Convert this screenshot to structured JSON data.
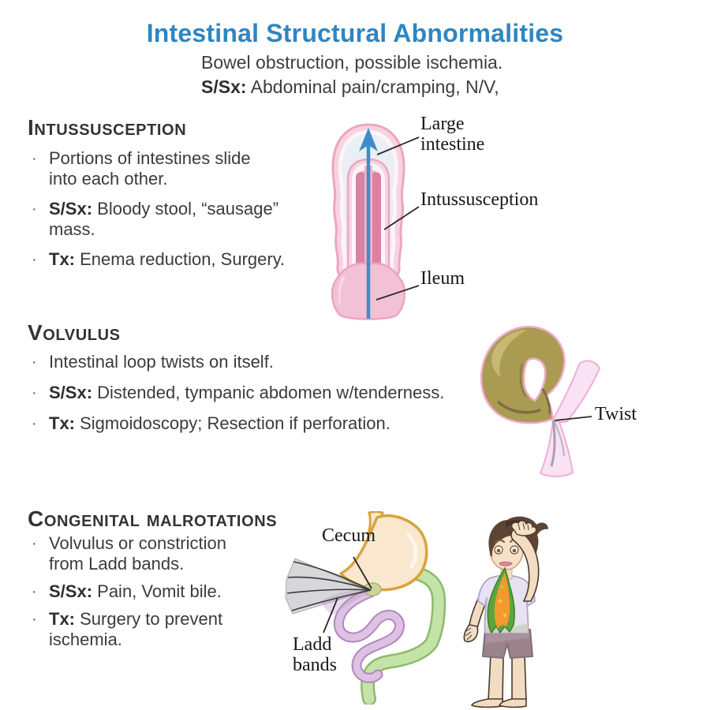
{
  "page": {
    "title": "Intestinal Structural Abnormalities",
    "bullet_char": "·",
    "subtitle": {
      "line1": "Bowel obstruction, possible ischemia.",
      "line2_prefix": "S/Sx:",
      "line2_text": " Abdominal pain/cramping, N/V,"
    }
  },
  "colors": {
    "title_accent": "#2e86c1",
    "body_text": "#3b3b3b",
    "intestine_pink": "#f8d3e1",
    "intestine_pink_dark": "#d883a6",
    "arrow_blue": "#3e8dc6",
    "volvulus_olive": "#a99b51",
    "mesentery_pink": "#f9e2f4",
    "stomach_cream": "#f9e8cd",
    "colon_green": "#c4e3a9",
    "small_bowel_purple": "#ddc2e3"
  },
  "sections": [
    {
      "heading": "Intussusception",
      "bullets": [
        {
          "prefix": "",
          "text": "Portions of intestines slide\ninto each other."
        },
        {
          "prefix": "S/Sx:",
          "text": " Bloody stool, “sausage” mass."
        },
        {
          "prefix": "Tx:",
          "text": " Enema reduction, Surgery."
        }
      ],
      "figure_labels": {
        "large_intestine": "Large\nintestine",
        "intussusception": "Intussusception",
        "ileum": "Ileum"
      }
    },
    {
      "heading": "Volvulus",
      "bullets": [
        {
          "prefix": "",
          "text": "Intestinal loop twists on itself."
        },
        {
          "prefix": "S/Sx:",
          "text": " Distended, tympanic abdomen w/tenderness."
        },
        {
          "prefix": "Tx:",
          "text": " Sigmoidoscopy; Resection if perforation."
        }
      ],
      "figure_labels": {
        "twist": "Twist"
      }
    },
    {
      "heading": "Congenital malrotations",
      "bullets": [
        {
          "prefix": "",
          "text": "Volvulus or constriction\nfrom Ladd bands."
        },
        {
          "prefix": "S/Sx:",
          "text": " Pain, Vomit bile."
        },
        {
          "prefix": "Tx:",
          "text": " Surgery to prevent\nischemia."
        }
      ],
      "figure_labels": {
        "cecum": "Cecum",
        "ladd_bands": "Ladd\nbands"
      }
    }
  ]
}
